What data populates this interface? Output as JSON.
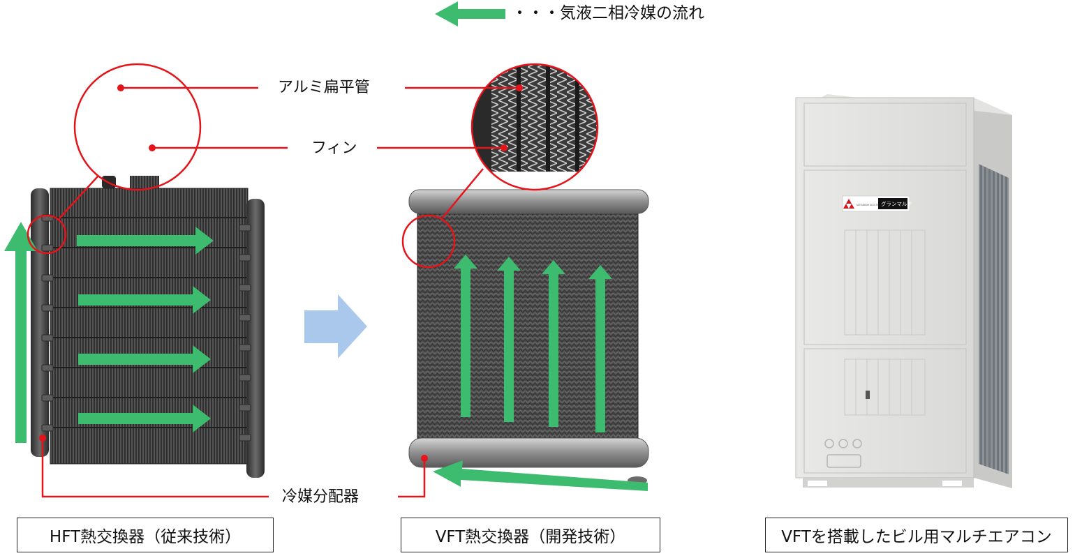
{
  "legend": {
    "text": "・・・気液二相冷媒の流れ",
    "arrow_color": "#3dbb6e"
  },
  "labels": {
    "tube": "アルミ扁平管",
    "fin": "フィン",
    "distributor": "冷媒分配器"
  },
  "captions": {
    "hft": "HFT熱交換器（従来技術）",
    "vft": "VFT熱交換器（開発技術）",
    "unit": "VFTを搭載したビル用マルチエアコン"
  },
  "unit_badge": {
    "brand": "MITSUBISHI ELECTRIC",
    "product": "グランマルチ"
  },
  "colors": {
    "callout": "#e5141b",
    "flow": "#3dbb6e",
    "transition": "#a9c8ec",
    "fins": "#3f3f3f",
    "header": "#9b9b9b"
  }
}
